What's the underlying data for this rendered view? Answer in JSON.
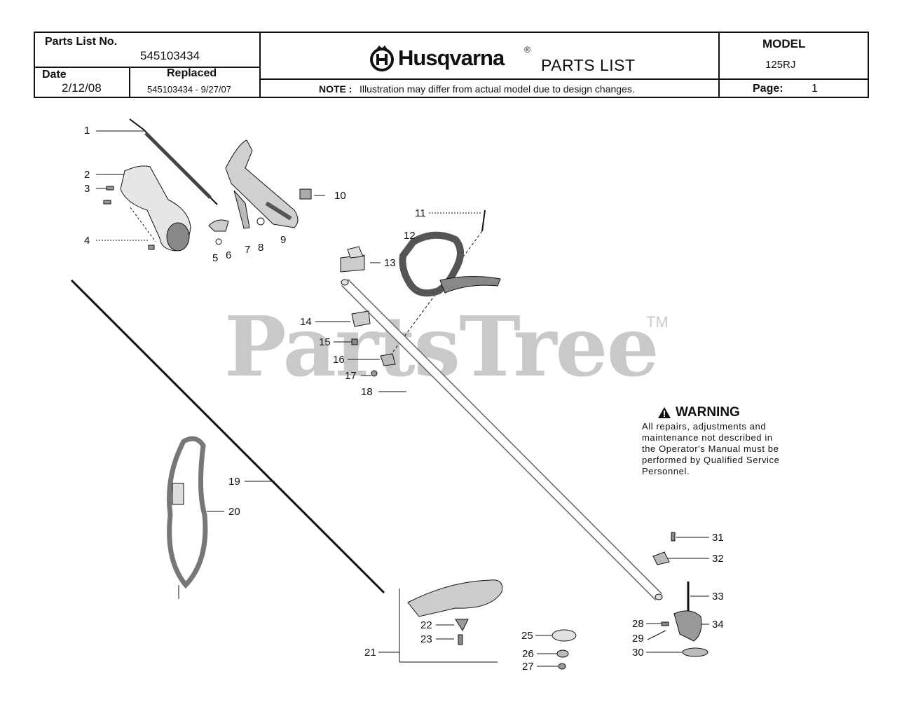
{
  "header": {
    "parts_list_no_label": "Parts List No.",
    "parts_list_no_value": "545103434",
    "date_label": "Date",
    "date_value": "2/12/08",
    "replaced_label": "Replaced",
    "replaced_value": "545103434 - 9/27/07",
    "brand": "Husqvarna",
    "registered_mark": "®",
    "title": "PARTS LIST",
    "note_label": "NOTE :",
    "note_text": "Illustration may differ from actual model due to design changes.",
    "model_label": "MODEL",
    "model_value": "125RJ",
    "page_label": "Page:",
    "page_value": "1"
  },
  "watermark": {
    "text": "PartsTree",
    "tm": "TM"
  },
  "warning": {
    "title": "WARNING",
    "lines": [
      "All repairs, adjustments and",
      "maintenance not described in",
      "the Operator's Manual must be",
      "performed by Qualified Service",
      "Personnel."
    ]
  },
  "callouts": {
    "n1": "1",
    "n2": "2",
    "n3": "3",
    "n4": "4",
    "n5": "5",
    "n6": "6",
    "n7": "7",
    "n8": "8",
    "n9": "9",
    "n10": "10",
    "n11": "11",
    "n12": "12",
    "n13": "13",
    "n14": "14",
    "n15": "15",
    "n16": "16",
    "n17": "17",
    "n18": "18",
    "n19": "19",
    "n20": "20",
    "n21": "21",
    "n22": "22",
    "n23": "23",
    "n25": "25",
    "n26": "26",
    "n27": "27",
    "n28": "28",
    "n29": "29",
    "n30": "30",
    "n31": "31",
    "n32": "32",
    "n33": "33",
    "n34": "34"
  }
}
